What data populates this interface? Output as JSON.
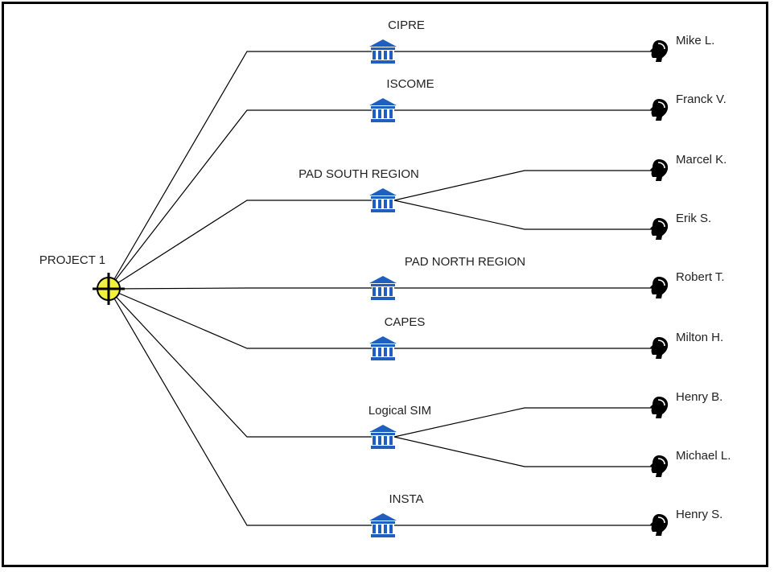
{
  "project": {
    "label": "PROJECT 1"
  },
  "colors": {
    "building": "#1f5fbf",
    "line": "#000000",
    "project_fill": "#f2f23a",
    "person": "#000000"
  },
  "icons": {
    "project": "crosshair-target-icon",
    "institution": "institution-building-icon",
    "person": "person-head-icon"
  },
  "institutions": [
    {
      "label": "CIPRE",
      "people": [
        "Mike L."
      ]
    },
    {
      "label": "ISCOME",
      "people": [
        "Franck V."
      ]
    },
    {
      "label": "PAD SOUTH REGION",
      "people": [
        "Marcel K.",
        "Erik S."
      ]
    },
    {
      "label": "PAD NORTH REGION",
      "people": [
        "Robert T."
      ]
    },
    {
      "label": "CAPES",
      "people": [
        "Milton H."
      ]
    },
    {
      "label": "Logical SIM",
      "people": [
        "Henry B.",
        "Michael L."
      ]
    },
    {
      "label": "INSTA",
      "people": [
        "Henry S."
      ]
    }
  ]
}
